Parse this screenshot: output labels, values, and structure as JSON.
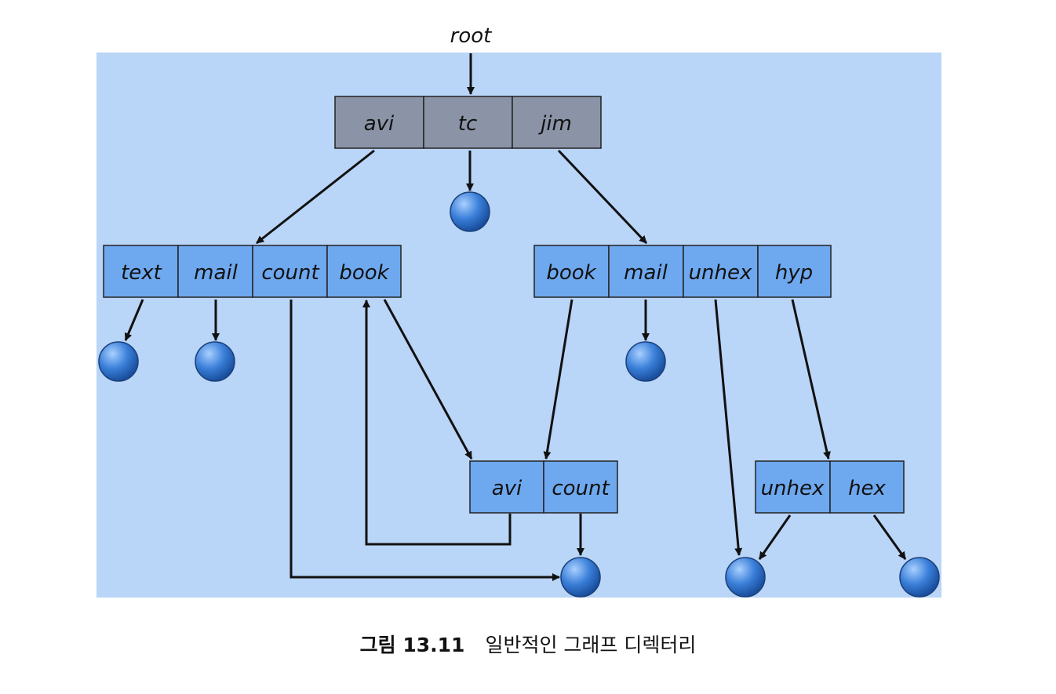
{
  "root_label": "root",
  "directories": {
    "top": [
      "avi",
      "tc",
      "jim"
    ],
    "left": [
      "text",
      "mail",
      "count",
      "book"
    ],
    "right": [
      "book",
      "mail",
      "unhex",
      "hyp"
    ],
    "middle": [
      "avi",
      "count"
    ],
    "lower_right": [
      "unhex",
      "hex"
    ]
  },
  "caption": {
    "label": "그림 13.11",
    "text": "일반적인 그래프 디렉터리"
  },
  "colors": {
    "background": "#b9d5f7",
    "top_cells": "#8b94a6",
    "cells": "#6ea8ee",
    "file_node": "#3a7fd9",
    "arrows": "#111111"
  }
}
